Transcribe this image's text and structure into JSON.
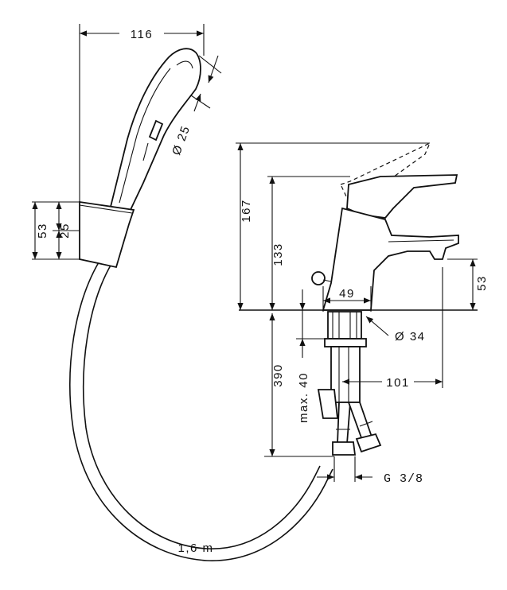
{
  "dimensions": {
    "shower_width": "116",
    "shower_head_dia": "Ø 25",
    "holder_height": "53",
    "holder_half": "25",
    "mixer_height": "167",
    "spout_height": "133",
    "spout_clearance": "53",
    "base_width": "49",
    "base_dia": "Ø 34",
    "hose_length_depth": "390",
    "max_thickness": "max. 40",
    "hose_offset": "101",
    "thread": "G 3/8",
    "hose_length": "1,6 m"
  }
}
